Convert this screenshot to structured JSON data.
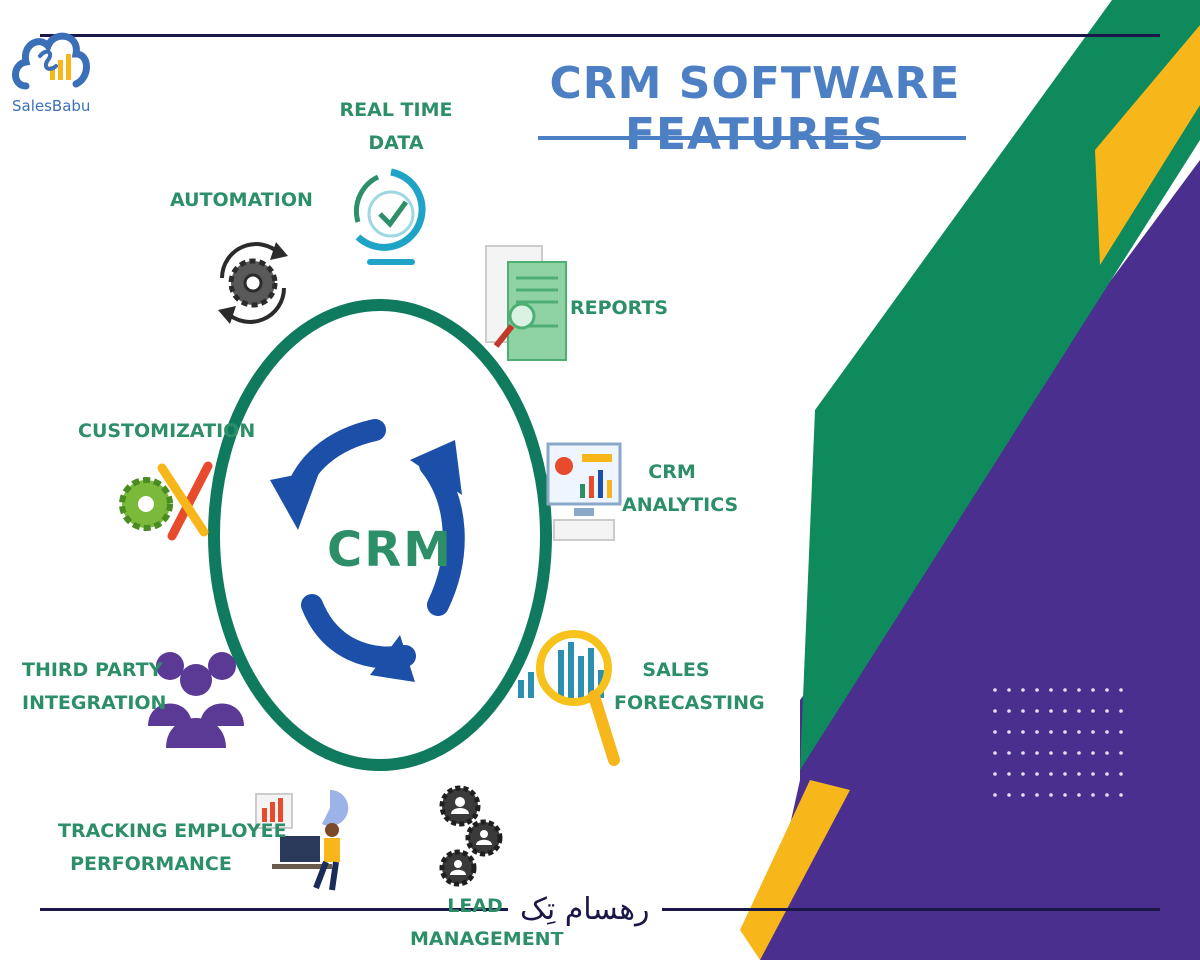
{
  "logo": {
    "text": "SalesBabu"
  },
  "header": {
    "title": "CRM SOFTWARE FEATURES"
  },
  "center": {
    "label": "CRM"
  },
  "features": [
    {
      "lines": [
        "REAL TIME",
        "DATA"
      ],
      "icon": "realtime-check-icon"
    },
    {
      "lines": [
        "AUTOMATION"
      ],
      "icon": "gear-cycle-icon"
    },
    {
      "lines": [
        "REPORTS"
      ],
      "icon": "report-document-icon"
    },
    {
      "lines": [
        "CUSTOMIZATION"
      ],
      "icon": "tools-gear-icon"
    },
    {
      "lines": [
        "CRM",
        "ANALYTICS"
      ],
      "icon": "analytics-monitor-icon"
    },
    {
      "lines": [
        "THIRD PARTY",
        "INTEGRATION"
      ],
      "icon": "people-group-icon"
    },
    {
      "lines": [
        "SALES",
        "FORECASTING"
      ],
      "icon": "magnifier-chart-icon"
    },
    {
      "lines": [
        "TRACKING EMPLOYEE",
        "PERFORMANCE"
      ],
      "icon": "employee-desk-icon"
    },
    {
      "lines": [
        "LEAD",
        "MANAGEMENT"
      ],
      "icon": "gear-people-icon"
    }
  ],
  "watermark": {
    "text": "رهسام تِک"
  },
  "colors": {
    "green": "#2d8f68",
    "blue": "#1b4fa8",
    "purple": "#4b2f8f",
    "forest": "#0f8a5c",
    "yellow": "#f7b71b",
    "navy": "#1b1748",
    "title_blue": "#4d7fc4"
  }
}
